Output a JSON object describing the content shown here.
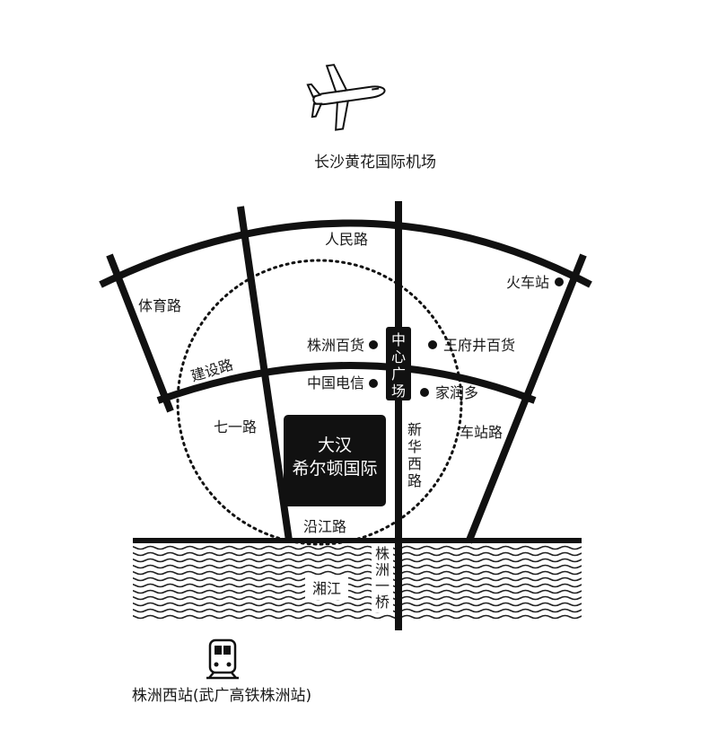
{
  "airport": {
    "icon": "airplane-icon",
    "label": "长沙黄花国际机场"
  },
  "station": {
    "icon": "train-icon",
    "label": "株洲西站(武广高铁株洲站)"
  },
  "hotel": {
    "line1": "大汉",
    "line2": "希尔顿国际"
  },
  "square": {
    "chars": [
      "中",
      "心",
      "广",
      "场"
    ]
  },
  "roads": {
    "renmin": "人民路",
    "tiyu": "体育路",
    "jianshe": "建设路",
    "qiyi": "七一路",
    "chezhan": "车站路",
    "yanjiang": "沿江路",
    "xinhua_west": [
      "新",
      "华",
      "西",
      "路"
    ]
  },
  "bridge": {
    "chars": [
      "株",
      "洲",
      "一",
      "桥"
    ]
  },
  "river": {
    "label": "湘江"
  },
  "pois": {
    "huochezhan": "火车站",
    "zhuzhou_baihuo": "株洲百货",
    "wangfujing": "王府井百货",
    "zhongguo_dianxin": "中国电信",
    "jiarunduo": "家润多"
  },
  "colors": {
    "ink": "#111111",
    "paper": "#ffffff"
  }
}
